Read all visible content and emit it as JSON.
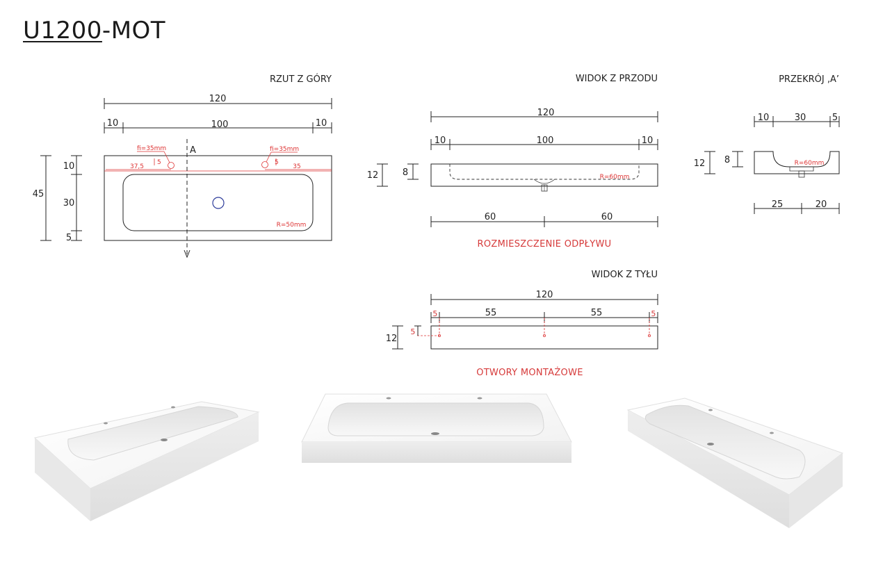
{
  "model": {
    "underlined": "U1200",
    "rest": "-MOT"
  },
  "views": {
    "top": "RZUT Z GÓRY",
    "front": "WIDOK Z PRZODU",
    "section": "PRZEKRÓJ ‚A’",
    "back": "WIDOK Z TYŁU",
    "drain": "ROZMIESZCZENIE ODPŁYWU",
    "mounting": "OTWORY MONTAŻOWE"
  },
  "top_dims": {
    "total": "120",
    "left": "10",
    "mid": "100",
    "right": "10",
    "depth": "45",
    "d_back": "10",
    "d_bowl": "30",
    "d_front": "5",
    "hole_left": "fi=35mm",
    "hole_right": "fi=35mm",
    "hole_left_x": "37,5",
    "hole_right_x": "35",
    "hole_off_l": "5",
    "hole_off_r": "5",
    "radius": "R=50mm",
    "section_mark": "A"
  },
  "front_dims": {
    "total": "120",
    "left": "10",
    "mid": "100",
    "right": "10",
    "height": "12",
    "inner": "8",
    "radius": "R=60mm",
    "drain_l": "60",
    "drain_r": "60"
  },
  "section_dims": {
    "a": "10",
    "b": "30",
    "c": "5",
    "height": "12",
    "inner": "8",
    "radius": "R=60mm",
    "bottom_l": "25",
    "bottom_r": "20"
  },
  "back_dims": {
    "total": "120",
    "e_left": "5",
    "m_left": "55",
    "m_right": "55",
    "e_right": "5",
    "height": "12",
    "hole_h": "5"
  },
  "renders": [
    "sink-render-left",
    "sink-render-front",
    "sink-render-right"
  ]
}
